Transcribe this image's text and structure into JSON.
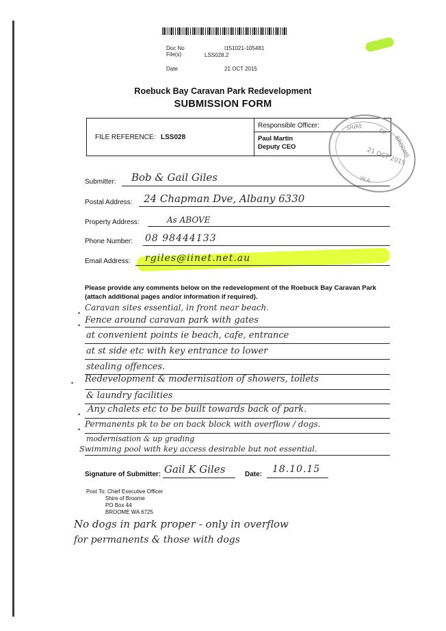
{
  "header": {
    "doc_no_label": "Doc No",
    "doc_no": "I151021-105481",
    "files_label": "File(s)",
    "files": "LSS028.2",
    "date_label": "Date",
    "date": "21 OCT 2015"
  },
  "form": {
    "title": "Roebuck Bay Caravan Park Redevelopment",
    "subtitle": "SUBMISSION FORM",
    "file_reference_label": "FILE REFERENCE:",
    "file_reference": "LSS028",
    "responsible_officer_label": "Responsible Officer:",
    "officer_name": "Paul Martin",
    "officer_title": "Deputy CEO"
  },
  "stamp": {
    "line1": "SHIRE",
    "line2": "OF",
    "line3": "BROOME",
    "date": "21 OCT 2015",
    "state": "W.A."
  },
  "fields": {
    "submitter_label": "Submitter:",
    "submitter": "Bob & Gail Giles",
    "postal_label": "Postal Address:",
    "postal": "24 Chapman Dve, Albany 6330",
    "property_label": "Property Address:",
    "property": "As ABOVE",
    "phone_label": "Phone Number:",
    "phone": "08 98444133",
    "email_label": "Email Address:",
    "email": "rgiles@iinet.net.au"
  },
  "comments": {
    "prompt": "Please provide any comments below on the redevelopment of the Roebuck Bay Caravan Park (attach additional pages and/or information if required).",
    "lines": [
      "Caravan sites essential, in front near beach.",
      "Fence around caravan park with gates",
      "at convenient points ie beach, cafe, entrance",
      "at st side etc with key entrance to lower",
      "stealing offences.",
      "Redevelopment & modernisation of showers, toilets",
      "& laundry facilities",
      "Any chalets etc to be built towards back of park.",
      "Permanents pk to be on back block with overflow / dogs.",
      "modernisation & up grading",
      "Swimming pool with key access desirable but not essential."
    ]
  },
  "signature": {
    "label": "Signature of Submitter:",
    "signed": "Gail K Giles",
    "date_label": "Date:",
    "date": "18.10.15"
  },
  "post": {
    "line1": "Post To: Chief Executive Officer",
    "line2": "Shire of Broome",
    "line3": "PO Box 44",
    "line4": "BROOME  WA  6725"
  },
  "extra_notes": [
    "No dogs in park proper - only in overflow",
    "for permanents & those with dogs"
  ]
}
